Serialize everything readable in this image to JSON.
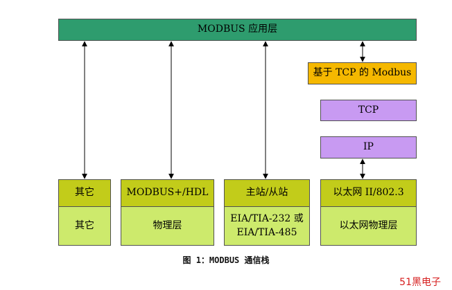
{
  "app_layer": "MODBUS 应用层",
  "tcp_modbus": "基于 TCP 的 Modbus",
  "tcp": "TCP",
  "ip": "IP",
  "stacks": [
    {
      "top": "其它",
      "bottom": "其它"
    },
    {
      "top": "MODBUS+/HDL",
      "bottom": "物理层"
    },
    {
      "top": "主站/从站",
      "bottom": "EIA/TIA-232 或\nEIA/TIA-485"
    },
    {
      "top": "以太网 II/802.3",
      "bottom": "以太网物理层"
    }
  ],
  "caption": "图 1：MODBUS 通信栈",
  "watermark": "51黑电子",
  "colors": {
    "app": "#2e9c6e",
    "top_row": "#c2cc1a",
    "bottom_row": "#cdea6c",
    "tcp_ip": "#c89af2",
    "tcp_modbus": "#f5b800",
    "watermark": "#d61d1d"
  }
}
